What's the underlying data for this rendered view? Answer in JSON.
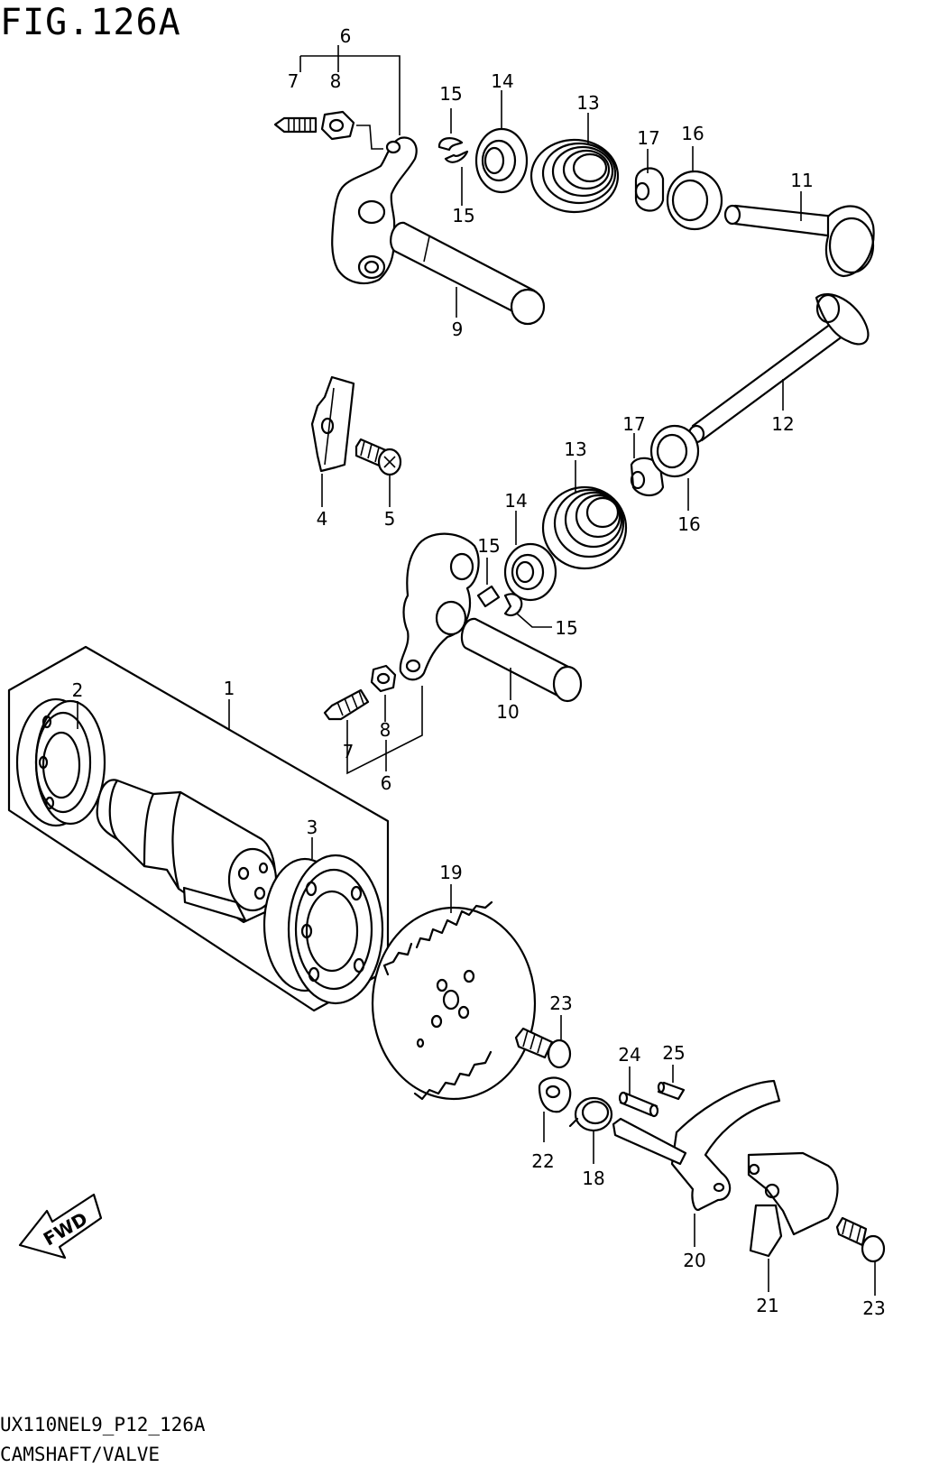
{
  "figure": {
    "title": "FIG.126A",
    "code": "UX110NEL9_P12_126A",
    "name": "CAMSHAFT/VALVE",
    "fwd_label": "FWD"
  },
  "callouts": [
    {
      "id": "c6a",
      "label": "6"
    },
    {
      "id": "c7a",
      "label": "7"
    },
    {
      "id": "c8a",
      "label": "8"
    },
    {
      "id": "c15a",
      "label": "15"
    },
    {
      "id": "c15b",
      "label": "15"
    },
    {
      "id": "c14a",
      "label": "14"
    },
    {
      "id": "c13a",
      "label": "13"
    },
    {
      "id": "c17a",
      "label": "17"
    },
    {
      "id": "c16a",
      "label": "16"
    },
    {
      "id": "c11",
      "label": "11"
    },
    {
      "id": "c9",
      "label": "9"
    },
    {
      "id": "c12",
      "label": "12"
    },
    {
      "id": "c4",
      "label": "4"
    },
    {
      "id": "c5",
      "label": "5"
    },
    {
      "id": "c17b",
      "label": "17"
    },
    {
      "id": "c13b",
      "label": "13"
    },
    {
      "id": "c16b",
      "label": "16"
    },
    {
      "id": "c14b",
      "label": "14"
    },
    {
      "id": "c15c",
      "label": "15"
    },
    {
      "id": "c15d",
      "label": "15"
    },
    {
      "id": "c10",
      "label": "10"
    },
    {
      "id": "c2",
      "label": "2"
    },
    {
      "id": "c1",
      "label": "1"
    },
    {
      "id": "c8b",
      "label": "8"
    },
    {
      "id": "c7b",
      "label": "7"
    },
    {
      "id": "c6b",
      "label": "6"
    },
    {
      "id": "c3",
      "label": "3"
    },
    {
      "id": "c19",
      "label": "19"
    },
    {
      "id": "c23a",
      "label": "23"
    },
    {
      "id": "c24",
      "label": "24"
    },
    {
      "id": "c25",
      "label": "25"
    },
    {
      "id": "c22",
      "label": "22"
    },
    {
      "id": "c18",
      "label": "18"
    },
    {
      "id": "c20",
      "label": "20"
    },
    {
      "id": "c21",
      "label": "21"
    },
    {
      "id": "c23b",
      "label": "23"
    }
  ]
}
